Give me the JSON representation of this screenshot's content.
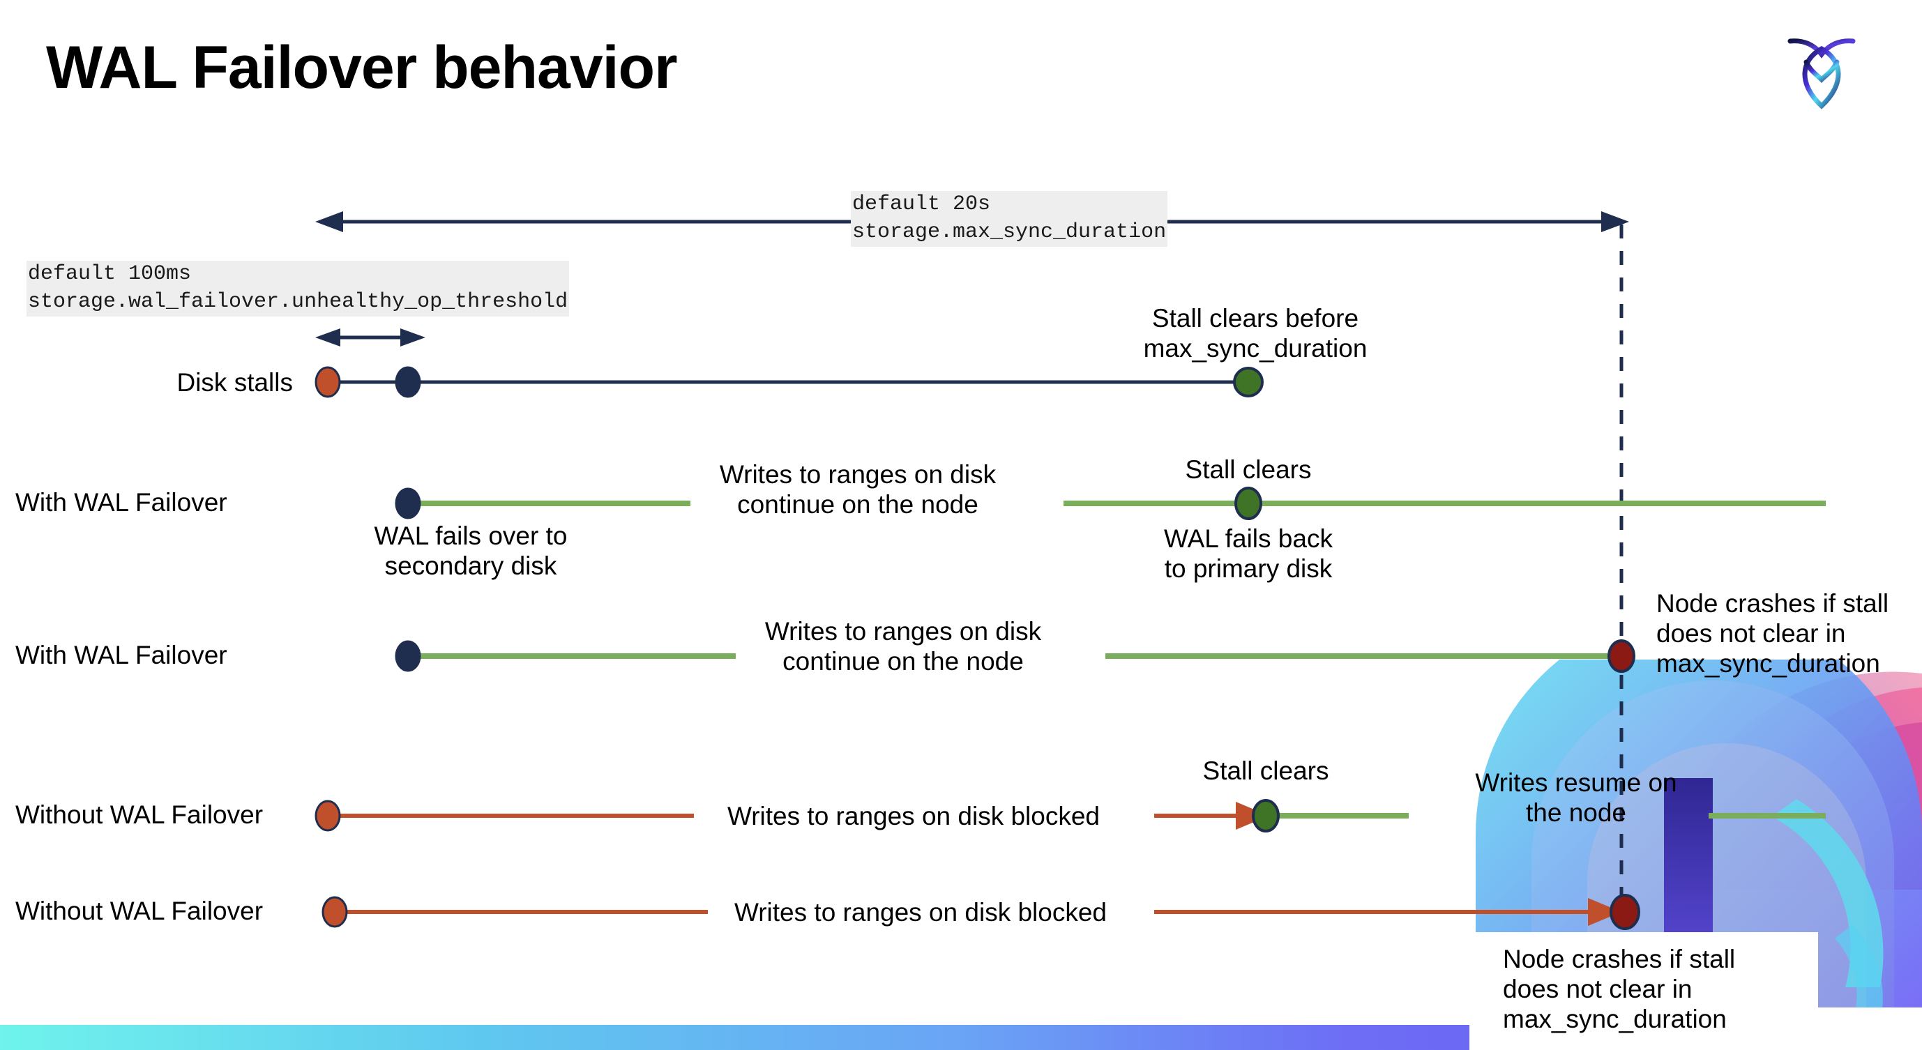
{
  "slide": {
    "title": "WAL Failover behavior",
    "logo_name": "cockroachdb-logo"
  },
  "annotations": {
    "max_sync": {
      "line1": "default 20s",
      "line2": "storage.max_sync_duration"
    },
    "unhealthy": {
      "line1": "default 100ms",
      "line2": "storage.wal_failover.unhealthy_op_threshold"
    }
  },
  "rows": [
    {
      "id": "disk-stalls",
      "label": "Disk stalls",
      "note_right": "Stall clears before\nmax_sync_duration"
    },
    {
      "id": "with-wal-failover-1",
      "label": "With WAL Failover",
      "note_below_start": "WAL fails over to\nsecondary disk",
      "note_mid": "Writes to ranges on disk\ncontinue on the node",
      "note_above_clear": "Stall clears",
      "note_below_clear": "WAL fails  back\nto primary disk"
    },
    {
      "id": "with-wal-failover-2",
      "label": "With WAL Failover",
      "note_mid": "Writes to ranges on disk\ncontinue on the node",
      "note_crash": "Node crashes if stall\ndoes not clear in\nmax_sync_duration"
    },
    {
      "id": "without-wal-failover-1",
      "label": "Without WAL Failover",
      "note_mid": "Writes to ranges on disk  blocked",
      "note_above_clear": "Stall clears",
      "note_resume": "Writes resume on\nthe node"
    },
    {
      "id": "without-wal-failover-2",
      "label": "Without WAL Failover",
      "note_mid": "Writes to ranges on disk  blocked",
      "note_crash": "Node crashes if stall\ndoes not clear in\nmax_sync_duration"
    }
  ],
  "colors": {
    "navy": "#1f2d4e",
    "green_line": "#7aad5c",
    "green_dot": "#3f7427",
    "orange": "#c0502b",
    "dark_red": "#8b1a14",
    "code_bg": "#eeeeee",
    "gradient_start": "#6ff3ec",
    "gradient_end": "#6a55f3"
  }
}
